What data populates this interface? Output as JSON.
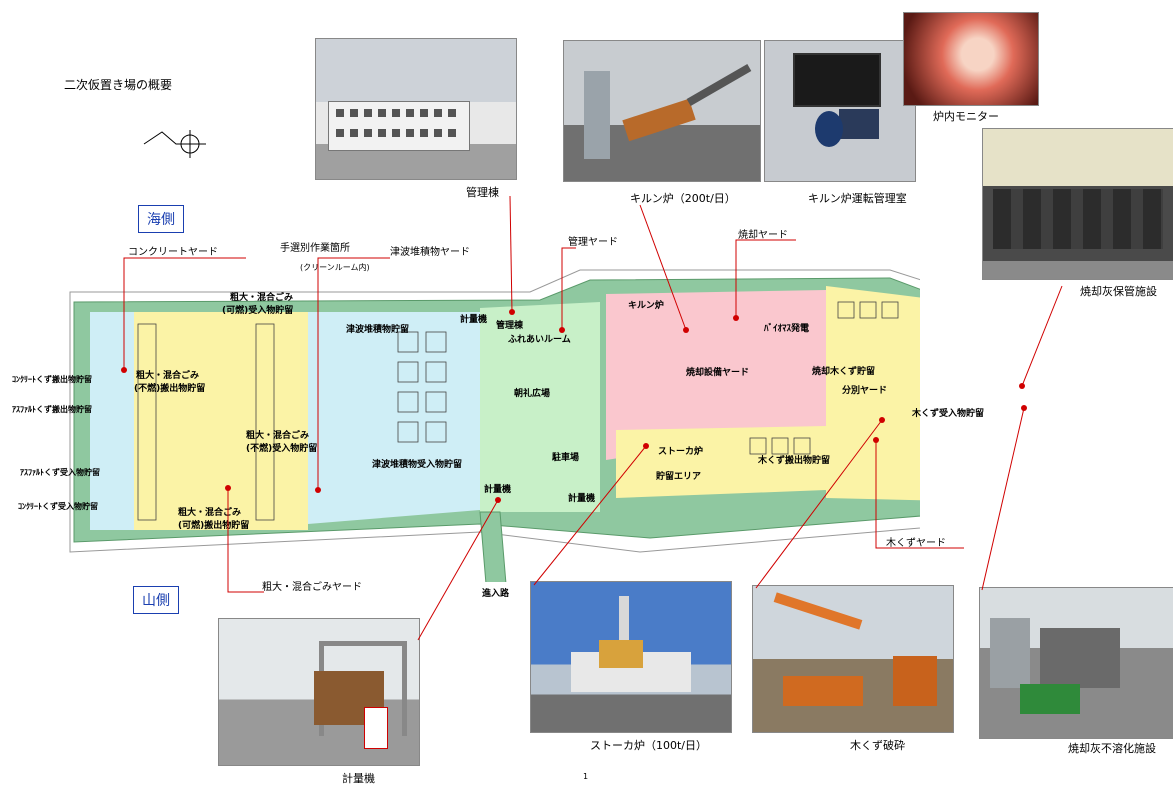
{
  "page_title": "二次仮置き場の概要",
  "sides": {
    "sea": "海側",
    "mountain": "山側"
  },
  "photos": {
    "admin": "管理棟",
    "kiln": "キルン炉（200t/日）",
    "control_room": "キルン炉運転管理室",
    "furnace_monitor": "炉内モニター",
    "ash_storage": "焼却灰保管施設",
    "weighbridge": "計量機",
    "stoker": "ストーカ炉（100t/日）",
    "wood_crush": "木くず破砕",
    "ash_insoluble": "焼却灰不溶化施設"
  },
  "top_labels": {
    "concrete_yard": "コンクリートヤード",
    "hand_sort": "手選別作業箇所",
    "clean_room": "(クリーンルーム内)",
    "tsunami_yard": "津波堆積物ヤード",
    "admin_yard": "管理ヤード",
    "incin_yard": "焼却ヤード"
  },
  "bottom_labels": {
    "bulky_yard": "粗大・混合ごみヤード",
    "wood_yard": "木くずヤード",
    "entrance": "進入路"
  },
  "map_labels": {
    "burn_in": "粗大・混合ごみ",
    "burn_in2": "(可燃)受入物貯留",
    "nonburn_out": "粗大・混合ごみ",
    "nonburn_out2": "(不燃)搬出物貯留",
    "nonburn_in": "粗大・混合ごみ",
    "nonburn_in2": "(不燃)受入物貯留",
    "burn_out": "粗大・混合ごみ",
    "burn_out2": "(可燃)搬出物貯留",
    "concrete_out": "ｺﾝｸﾘｰﾄくず搬出物貯留",
    "asphalt_out": "ｱｽﾌｧﾙﾄくず搬出物貯留",
    "asphalt_in": "ｱｽﾌｧﾙﾄくず受入物貯留",
    "concrete_in": "ｺﾝｸﾘｰﾄくず受入物貯留",
    "tsunami_store": "津波堆積物貯留",
    "tsunami_in": "津波堆積物受入物貯留",
    "scale1": "計量機",
    "admin_bldg": "管理棟",
    "fureai": "ふれあいルーム",
    "morning": "朝礼広場",
    "parking": "駐車場",
    "scale2": "計量機",
    "scale3": "計量機",
    "kiln": "キルン炉",
    "biomass": "ﾊﾞｲｵﾏｽ発電",
    "incin_yard": "焼却設備ヤード",
    "stoker": "ストーカ炉",
    "storage_area": "貯留エリア",
    "wood_incin": "焼却木くず貯留",
    "sort_yard": "分別ヤード",
    "wood_in": "木くず受入物貯留",
    "wood_out": "木くず搬出物貯留"
  },
  "page_number": "1",
  "colors": {
    "accent": "#1a3fb0",
    "leader": "#d00000",
    "road": "#8fc8a0"
  }
}
